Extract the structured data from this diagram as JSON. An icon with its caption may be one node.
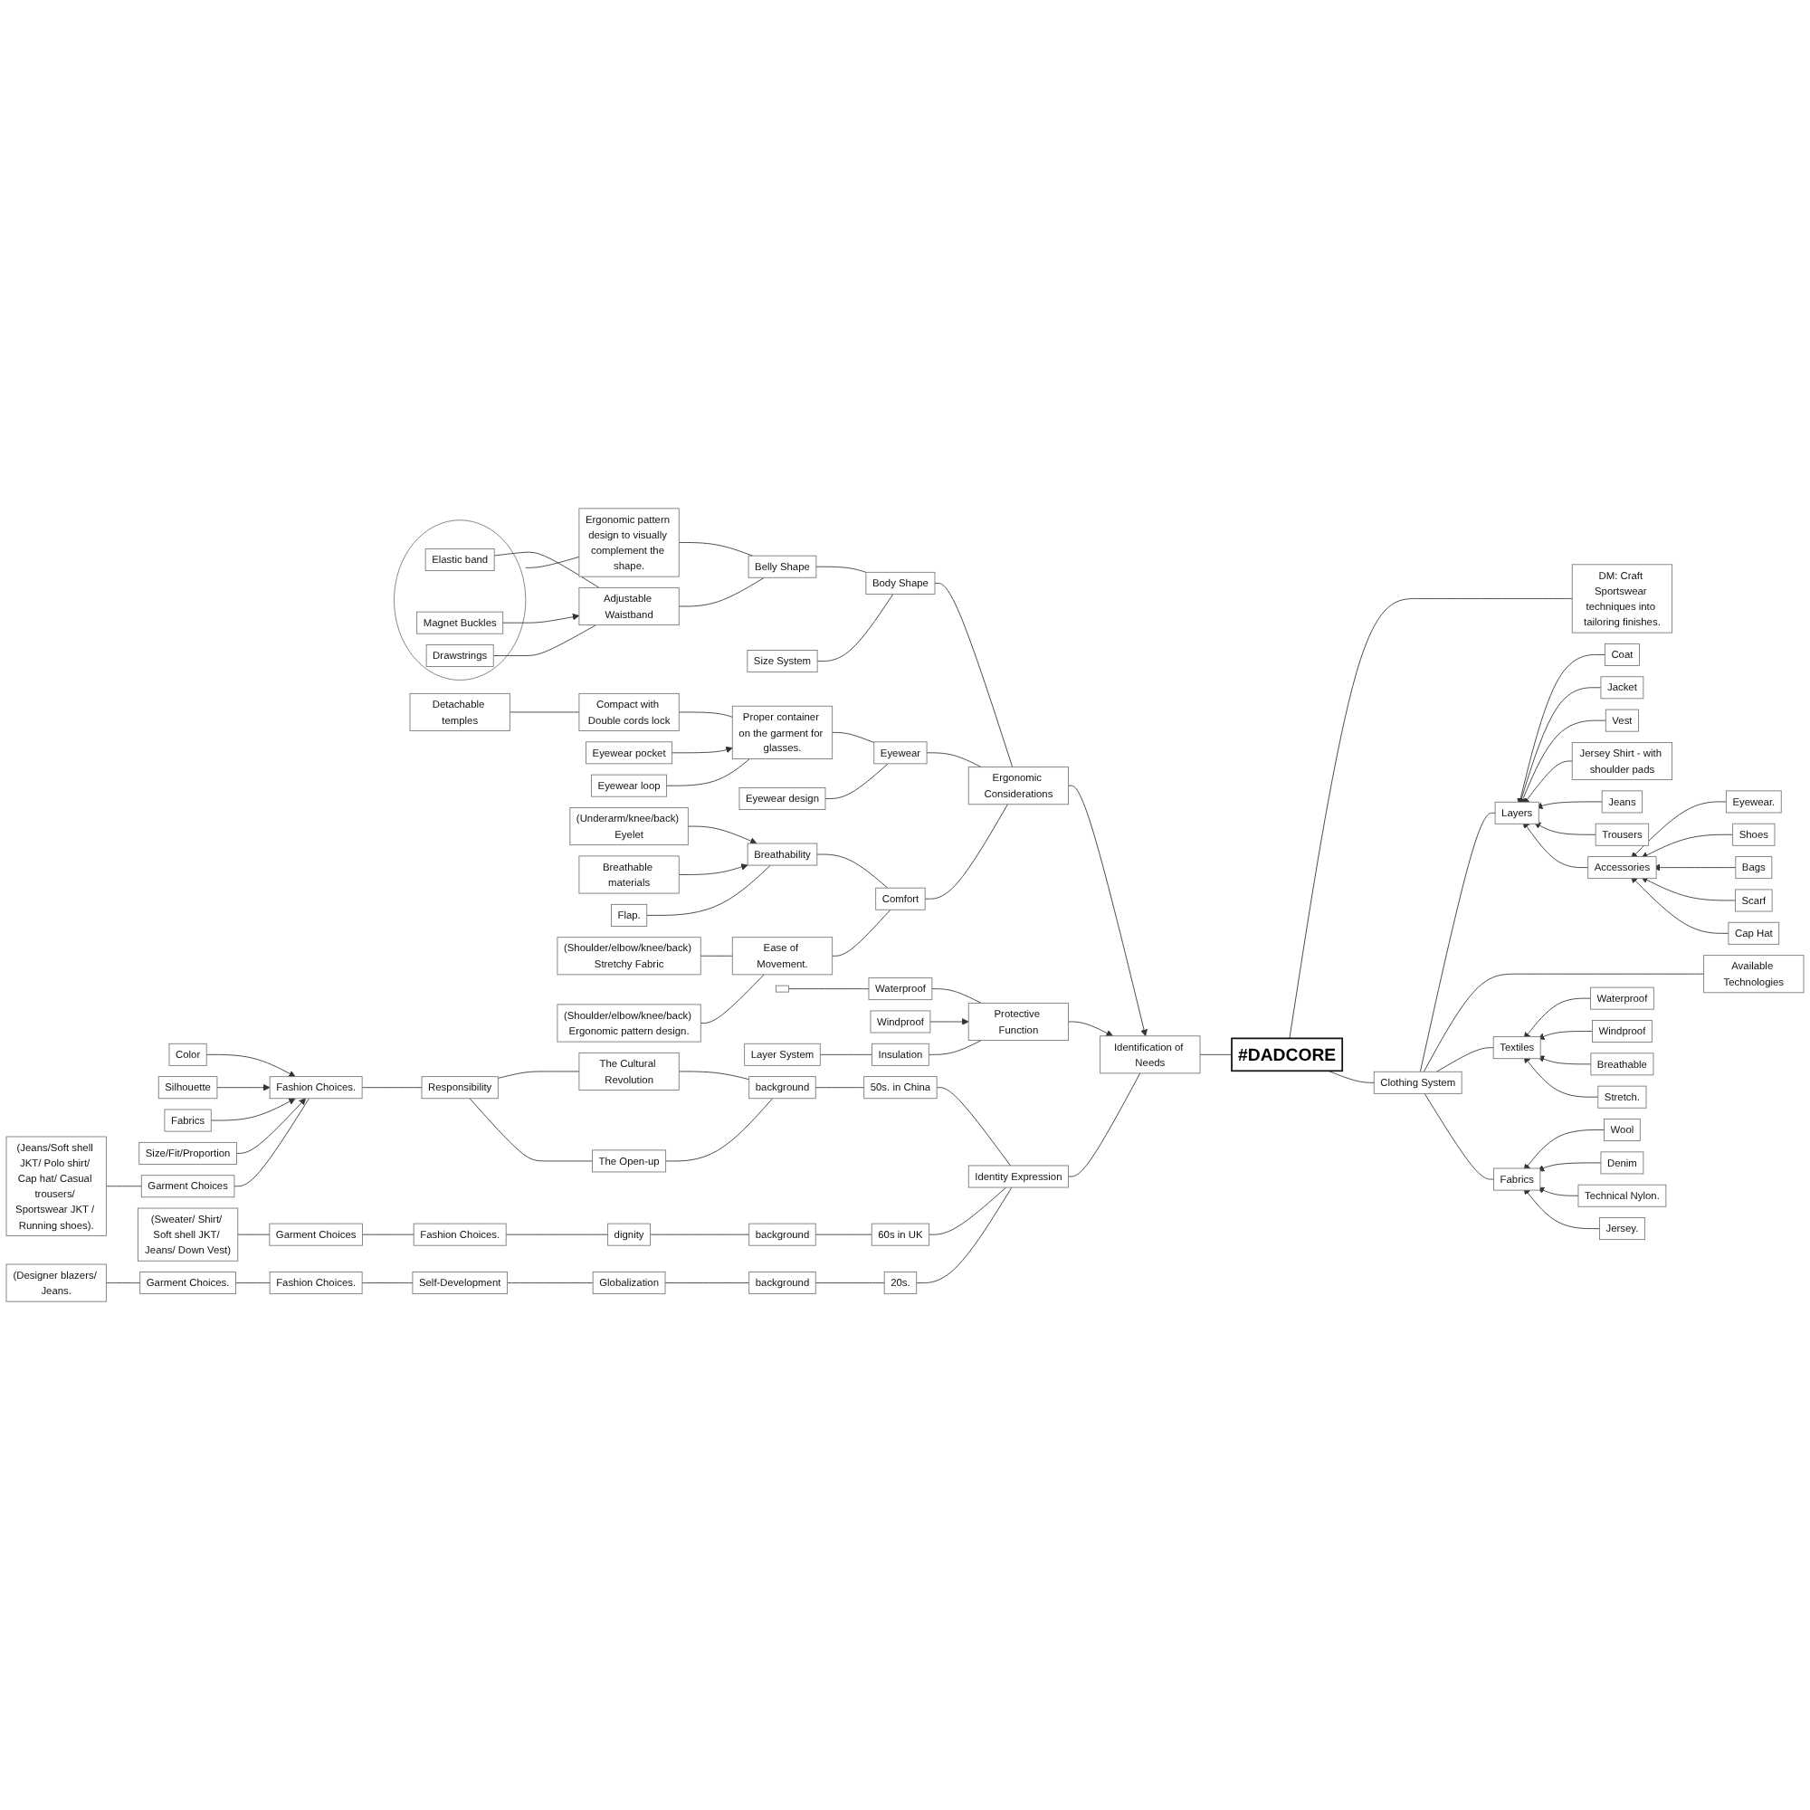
{
  "diagram": {
    "nodes": [
      {
        "text": [],
        "shape": "circle"
      },
      {
        "text": [
          "Elastic band"
        ],
        "in": 0
      },
      {
        "text": [
          "Magnet Buckles"
        ],
        "in": 0
      },
      {
        "text": [
          "Drawstrings"
        ],
        "in": 0
      },
      {
        "text": [
          "Adjustable Waistband"
        ]
      },
      {
        "text": [
          "Belly Shape"
        ]
      },
      {
        "text": [
          "Body Shape"
        ]
      },
      {
        "text": [
          "Ergonomic pattern design to visually complement the shape."
        ]
      },
      {
        "text": [
          "Size System"
        ]
      },
      {
        "text": [
          "Ergonomic Considerations"
        ]
      },
      {
        "text": [
          "Detachable temples"
        ]
      },
      {
        "text": [
          "Compact with Double cords lock"
        ]
      },
      {
        "text": [
          "Eyewear pocket"
        ]
      },
      {
        "text": [
          "Eyewear loop"
        ]
      },
      {
        "text": [
          "Proper container on the garment for glasses."
        ]
      },
      {
        "text": [
          "Eyewear"
        ]
      },
      {
        "text": [
          "Eyewear design"
        ]
      },
      {
        "text": [
          "(Underarm/knee/back) Eyelet"
        ]
      },
      {
        "text": [
          "Breathable materials"
        ]
      },
      {
        "text": [
          "Breathability"
        ]
      },
      {
        "text": [
          "Flap."
        ]
      },
      {
        "text": [
          "Comfort"
        ]
      },
      {
        "text": [
          "(Shoulder/elbow/knee/back) Stretchy Fabric"
        ]
      },
      {
        "text": [
          "Ease of Movement."
        ]
      },
      {
        "text": [
          "(Shoulder/elbow/knee/back) Ergonomic pattern design."
        ]
      },
      {
        "text": [],
        "shape": "box"
      },
      {
        "text": [
          "Waterproof"
        ]
      },
      {
        "text": [
          "Windproof"
        ]
      },
      {
        "text": [
          "Protective Function"
        ]
      },
      {
        "text": [
          "Layer System"
        ]
      },
      {
        "text": [
          "Insulation"
        ]
      },
      {
        "text": [
          "Color"
        ]
      },
      {
        "text": [
          "Silhouette"
        ]
      },
      {
        "text": [
          "Fabrics"
        ]
      },
      {
        "text": [
          "Size/Fit/Proportion"
        ]
      },
      {
        "text": [
          "Fashion Choices."
        ]
      },
      {
        "text": [
          "Responsibility"
        ]
      },
      {
        "text": [
          "The Cultural Revolution"
        ]
      },
      {
        "text": [
          "(Jeans/Soft shell JKT/ Polo shirt/ Cap hat/ Casual trousers/ Sportswear JKT / Running shoes)."
        ]
      },
      {
        "text": [
          "Garment Choices"
        ]
      },
      {
        "text": [
          "background"
        ]
      },
      {
        "text": [
          "50s. in China"
        ]
      },
      {
        "text": [
          "The Open-up"
        ]
      },
      {
        "text": [
          "(Sweater/ Shirt/ Soft shell JKT/ Jeans/ Down Vest)"
        ]
      },
      {
        "text": [
          "Garment Choices"
        ]
      },
      {
        "text": [
          "Fashion Choices."
        ]
      },
      {
        "text": [
          "dignity"
        ]
      },
      {
        "text": [
          "background"
        ]
      },
      {
        "text": [
          "60s in UK"
        ]
      },
      {
        "text": [
          "Identity Expression"
        ]
      },
      {
        "text": [
          "(Designer blazers/ Jeans."
        ]
      },
      {
        "text": [
          "Garment Choices."
        ]
      },
      {
        "text": [
          "Fashion Choices."
        ]
      },
      {
        "text": [
          "Self-Development"
        ]
      },
      {
        "text": [
          "Globalization"
        ]
      },
      {
        "text": [
          "background"
        ]
      },
      {
        "text": [
          "20s."
        ]
      },
      {
        "text": [
          "Identification of Needs"
        ]
      },
      {
        "text": [
          "#DADCORE"
        ]
      },
      {
        "text": [
          "DM: Craft Sportswear techniques into tailoring finishes."
        ]
      },
      {
        "text": [
          "Coat"
        ]
      },
      {
        "text": [
          "Jacket"
        ]
      },
      {
        "text": [
          "Layers"
        ]
      },
      {
        "text": [
          "Vest"
        ]
      },
      {
        "text": [
          "Jersey Shirt - with shoulder pads"
        ]
      },
      {
        "text": [
          "Jeans"
        ]
      },
      {
        "text": [
          "Trousers"
        ]
      },
      {
        "text": [
          "Eyewear."
        ]
      },
      {
        "text": [
          "Accessories"
        ]
      },
      {
        "text": [
          "Shoes"
        ]
      },
      {
        "text": [
          "Clothing System"
        ]
      },
      {
        "text": [
          "Bags"
        ]
      },
      {
        "text": [
          "Scarf"
        ]
      },
      {
        "text": [
          "Cap Hat"
        ]
      },
      {
        "text": [
          "Available Technologies"
        ]
      },
      {
        "text": [
          "Waterproof"
        ]
      },
      {
        "text": [
          "Windproof"
        ]
      },
      {
        "text": [
          "Textiles"
        ]
      },
      {
        "text": [
          "Breathable"
        ]
      },
      {
        "text": [
          "Stretch."
        ]
      },
      {
        "text": [
          "Wool"
        ]
      },
      {
        "text": [
          "Fabrics"
        ]
      },
      {
        "text": [
          "Denim"
        ]
      },
      {
        "text": [
          "Technical Nylon."
        ]
      },
      {
        "text": [
          "Jersey."
        ]
      }
    ],
    "edges": [
      {
        "from": 1,
        "to": 4,
        "arrow": "none"
      },
      {
        "from": 2,
        "to": 4,
        "arrow": "to"
      },
      {
        "from": 3,
        "to": 4,
        "arrow": "none"
      },
      {
        "from": 0,
        "to": 7,
        "arrow": "none"
      },
      {
        "from": 4,
        "to": 5,
        "arrow": "none"
      },
      {
        "from": 7,
        "to": 5,
        "arrow": "none"
      },
      {
        "from": 5,
        "to": 6,
        "arrow": "none"
      },
      {
        "from": 8,
        "to": 6,
        "arrow": "none"
      },
      {
        "from": 6,
        "to": 9,
        "arrow": "none"
      },
      {
        "from": 10,
        "to": 11,
        "arrow": "none"
      },
      {
        "from": 11,
        "to": 14,
        "arrow": "none"
      },
      {
        "from": 12,
        "to": 14,
        "arrow": "to"
      },
      {
        "from": 13,
        "to": 14,
        "arrow": "none"
      },
      {
        "from": 14,
        "to": 15,
        "arrow": "none"
      },
      {
        "from": 16,
        "to": 15,
        "arrow": "none"
      },
      {
        "from": 15,
        "to": 9,
        "arrow": "none"
      },
      {
        "from": 17,
        "to": 19,
        "arrow": "to"
      },
      {
        "from": 18,
        "to": 19,
        "arrow": "to"
      },
      {
        "from": 20,
        "to": 19,
        "arrow": "none"
      },
      {
        "from": 19,
        "to": 21,
        "arrow": "none"
      },
      {
        "from": 22,
        "to": 23,
        "arrow": "none"
      },
      {
        "from": 24,
        "to": 23,
        "arrow": "none"
      },
      {
        "from": 23,
        "to": 21,
        "arrow": "none"
      },
      {
        "from": 21,
        "to": 9,
        "arrow": "none"
      },
      {
        "from": 9,
        "to": 57,
        "arrow": "to"
      },
      {
        "from": 25,
        "to": 26,
        "arrow": "none"
      },
      {
        "from": 26,
        "to": 28,
        "arrow": "none"
      },
      {
        "from": 27,
        "to": 28,
        "arrow": "to"
      },
      {
        "from": 29,
        "to": 30,
        "arrow": "none"
      },
      {
        "from": 30,
        "to": 28,
        "arrow": "none"
      },
      {
        "from": 28,
        "to": 57,
        "arrow": "to"
      },
      {
        "from": 31,
        "to": 35,
        "arrow": "to"
      },
      {
        "from": 32,
        "to": 35,
        "arrow": "to"
      },
      {
        "from": 33,
        "to": 35,
        "arrow": "to"
      },
      {
        "from": 34,
        "to": 35,
        "arrow": "to"
      },
      {
        "from": 38,
        "to": 39,
        "arrow": "none"
      },
      {
        "from": 39,
        "to": 35,
        "arrow": "none"
      },
      {
        "from": 35,
        "to": 36,
        "arrow": "none"
      },
      {
        "from": 36,
        "to": 37,
        "arrow": "none"
      },
      {
        "from": 36,
        "to": 42,
        "arrow": "none"
      },
      {
        "from": 37,
        "to": 40,
        "arrow": "none"
      },
      {
        "from": 42,
        "to": 40,
        "arrow": "none"
      },
      {
        "from": 40,
        "to": 41,
        "arrow": "none"
      },
      {
        "from": 41,
        "to": 49,
        "arrow": "none"
      },
      {
        "from": 43,
        "to": 44,
        "arrow": "none"
      },
      {
        "from": 44,
        "to": 45,
        "arrow": "none"
      },
      {
        "from": 45,
        "to": 46,
        "arrow": "none"
      },
      {
        "from": 46,
        "to": 47,
        "arrow": "none"
      },
      {
        "from": 47,
        "to": 48,
        "arrow": "none"
      },
      {
        "from": 48,
        "to": 49,
        "arrow": "none"
      },
      {
        "from": 50,
        "to": 51,
        "arrow": "none"
      },
      {
        "from": 51,
        "to": 52,
        "arrow": "none"
      },
      {
        "from": 52,
        "to": 53,
        "arrow": "none"
      },
      {
        "from": 53,
        "to": 54,
        "arrow": "none"
      },
      {
        "from": 54,
        "to": 55,
        "arrow": "none"
      },
      {
        "from": 55,
        "to": 56,
        "arrow": "none"
      },
      {
        "from": 56,
        "to": 49,
        "arrow": "none"
      },
      {
        "from": 49,
        "to": 57,
        "arrow": "none"
      },
      {
        "from": 57,
        "to": 58,
        "arrow": "none"
      },
      {
        "from": 58,
        "to": 59,
        "arrow": "none"
      },
      {
        "from": 58,
        "to": 70,
        "arrow": "none"
      },
      {
        "from": 70,
        "to": 62,
        "arrow": "none"
      },
      {
        "from": 70,
        "to": 74,
        "arrow": "none"
      },
      {
        "from": 70,
        "to": 77,
        "arrow": "none"
      },
      {
        "from": 70,
        "to": 81,
        "arrow": "none"
      },
      {
        "from": 60,
        "to": 62,
        "arrow": "to"
      },
      {
        "from": 61,
        "to": 62,
        "arrow": "to"
      },
      {
        "from": 63,
        "to": 62,
        "arrow": "to"
      },
      {
        "from": 64,
        "to": 62,
        "arrow": "to"
      },
      {
        "from": 65,
        "to": 62,
        "arrow": "to"
      },
      {
        "from": 66,
        "to": 62,
        "arrow": "to"
      },
      {
        "from": 68,
        "to": 62,
        "arrow": "to"
      },
      {
        "from": 67,
        "to": 68,
        "arrow": "to"
      },
      {
        "from": 69,
        "to": 68,
        "arrow": "to"
      },
      {
        "from": 71,
        "to": 68,
        "arrow": "to"
      },
      {
        "from": 72,
        "to": 68,
        "arrow": "to"
      },
      {
        "from": 73,
        "to": 68,
        "arrow": "to"
      },
      {
        "from": 75,
        "to": 77,
        "arrow": "to"
      },
      {
        "from": 76,
        "to": 77,
        "arrow": "to"
      },
      {
        "from": 78,
        "to": 77,
        "arrow": "to"
      },
      {
        "from": 79,
        "to": 77,
        "arrow": "to"
      },
      {
        "from": 80,
        "to": 81,
        "arrow": "to"
      },
      {
        "from": 82,
        "to": 81,
        "arrow": "to"
      },
      {
        "from": 83,
        "to": 81,
        "arrow": "to"
      },
      {
        "from": 84,
        "to": 81,
        "arrow": "to"
      }
    ]
  }
}
